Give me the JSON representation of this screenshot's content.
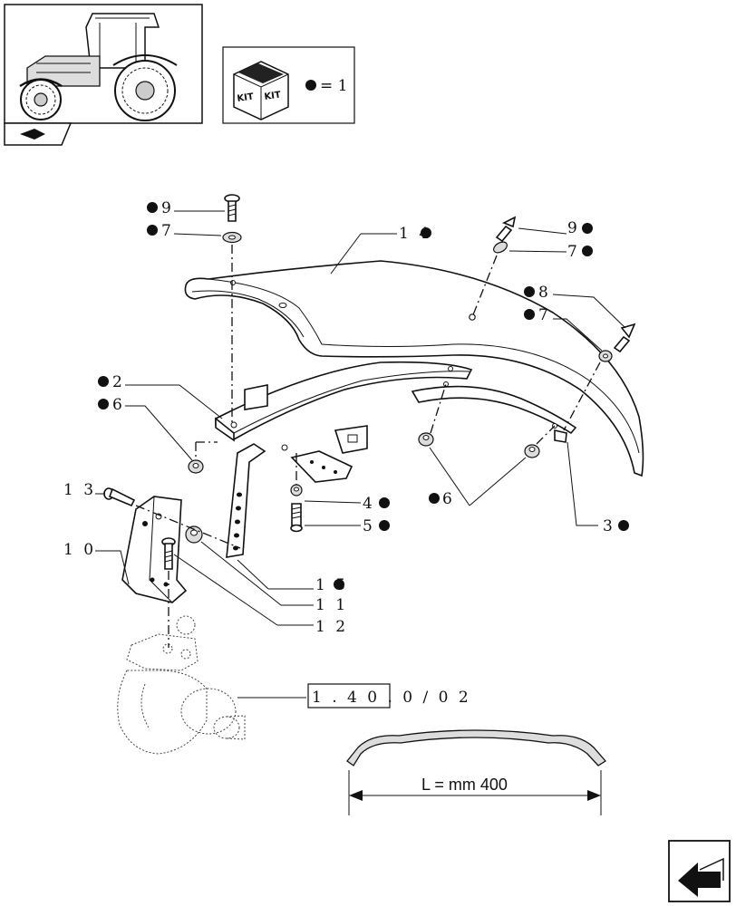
{
  "kit_legend": {
    "kit_text_left": "KIT",
    "kit_text_right": "KIT",
    "equals_text": "= 1"
  },
  "labels": {
    "l9a": "9",
    "l7a": "7",
    "l14": "1 4",
    "l9b": "9",
    "l7b": "7",
    "l8": "8",
    "l7c": "7",
    "l2": "2",
    "l6a": "6",
    "l6b": "6",
    "l3": "3",
    "l13": "1 3",
    "l4": "4",
    "l5": "5",
    "l10": "1 0",
    "l15": "1 5",
    "l11": "1 1",
    "l12": "1 2"
  },
  "reference": {
    "text": "1 . 4 0 . 0 / 0 2"
  },
  "dimension": {
    "text": "L = mm 400"
  },
  "icons": {
    "thumbnail": "tractor-thumbnail-icon",
    "kit": "kit-box-icon",
    "section": "section-tab-icon",
    "next": "next-page-arrow-icon"
  }
}
